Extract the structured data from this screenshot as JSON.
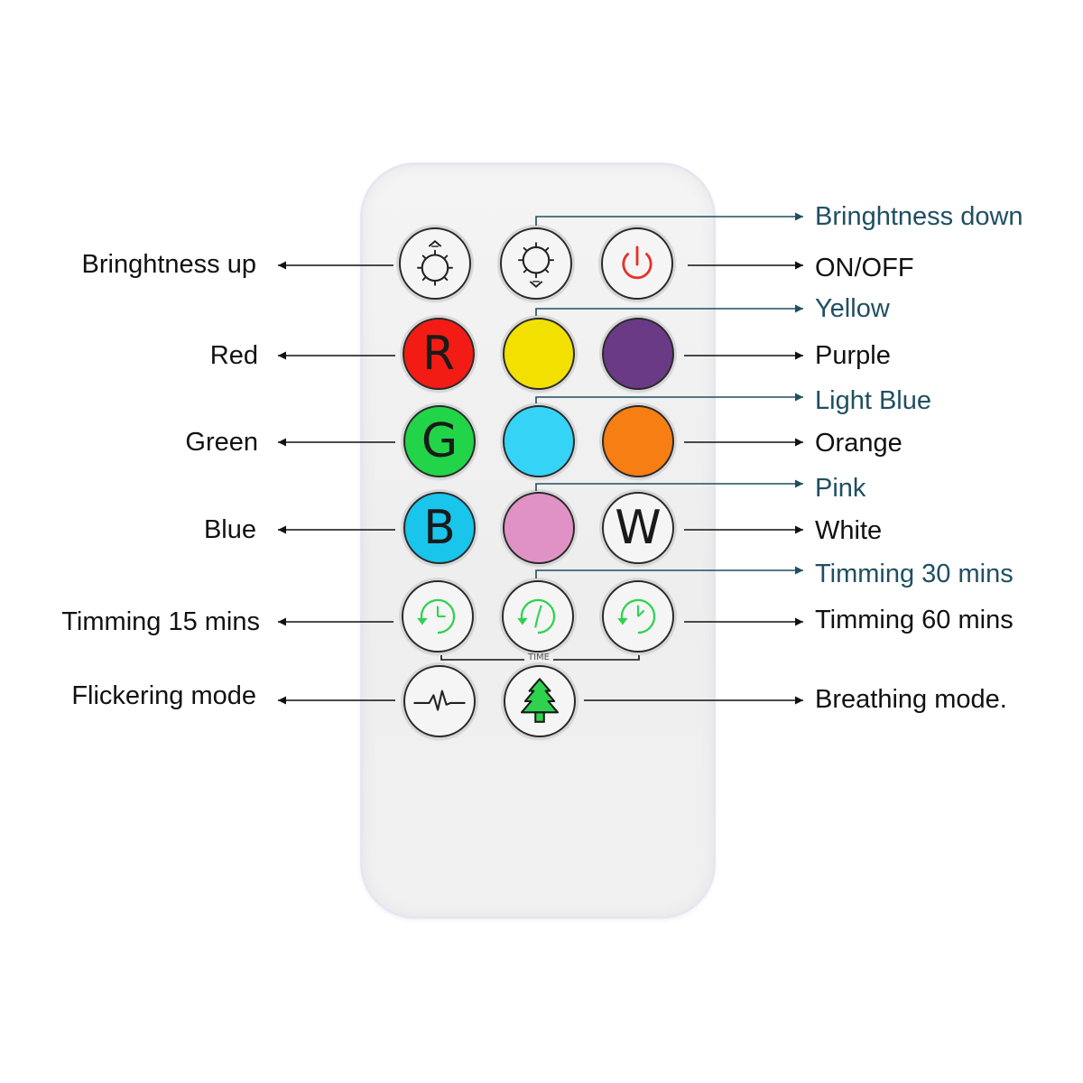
{
  "labels": {
    "brightness_up": "Bringhtness up",
    "brightness_down": "Bringhtness down",
    "on_off": "ON/OFF",
    "red": "Red",
    "yellow": "Yellow",
    "purple": "Purple",
    "green": "Green",
    "light_blue": "Light Blue",
    "orange": "Orange",
    "blue": "Blue",
    "pink": "Pink",
    "white": "White",
    "timer_15": "Timming 15 mins",
    "timer_30": "Timming 30 mins",
    "timer_60": "Timming 60 mins",
    "flickering": "Flickering mode",
    "breathing": "Breathing mode."
  },
  "buttons": {
    "red_letter": "R",
    "green_letter": "G",
    "blue_letter": "B",
    "white_letter": "W",
    "time_caption": "TIME"
  },
  "icons": {
    "brightness_up": "sun-arrow-up-icon",
    "brightness_down": "sun-arrow-down-icon",
    "power": "power-icon",
    "timer": "clock-icon",
    "flicker": "pulse-icon",
    "breathing": "tree-icon"
  },
  "colors": {
    "red": "#f21c14",
    "yellow": "#f2e000",
    "purple": "#6a3a86",
    "green": "#22d447",
    "light_blue": "#35d4f7",
    "orange": "#f77e12",
    "blue": "#19c5ea",
    "pink": "#e092c4",
    "white": "#f5f5f5",
    "power": "#e5322a",
    "timer": "#2fd24f",
    "label_blue": "#1f4f61"
  }
}
